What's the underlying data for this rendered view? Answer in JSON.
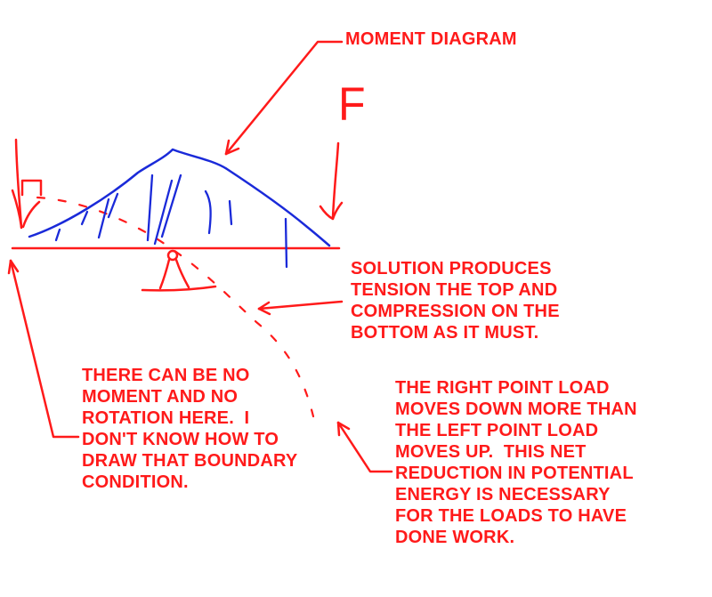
{
  "labels": {
    "moment_diagram": "MOMENT DIAGRAM",
    "force": "F"
  },
  "notes": {
    "tension": "SOLUTION PRODUCES\nTENSION THE TOP AND\nCOMPRESSION ON THE\nBOTTOM AS IT MUST.",
    "boundary": "THERE CAN BE NO\nMOMENT AND NO\nROTATION HERE.  I\nDON'T KNOW HOW TO\nDRAW THAT BOUNDARY\nCONDITION.",
    "energy": "THE RIGHT POINT LOAD\nMOVES DOWN MORE THAN\nTHE LEFT POINT LOAD\nMOVES UP.  THIS NET\nREDUCTION IN POTENTIAL\nENERGY IS NECESSARY\nFOR THE LOADS TO HAVE\nDONE WORK."
  },
  "colors": {
    "annotation": "#ff1a1a",
    "moment_curve": "#1a2ad9",
    "background": "#ffffff"
  }
}
